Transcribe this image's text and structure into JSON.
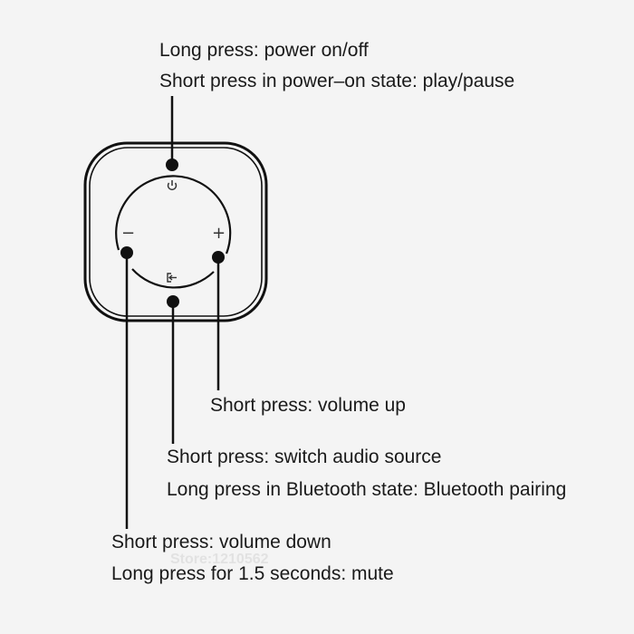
{
  "power": {
    "line1": "Long press: power on/off",
    "line2": "Short press in power–on state: play/pause"
  },
  "volume_up": {
    "line1": "Short press: volume up"
  },
  "source": {
    "line1": "Short press: switch audio source",
    "line2": "Long press in Bluetooth state: Bluetooth pairing"
  },
  "volume_down": {
    "line1": "Short press: volume down",
    "line2": "Long press for 1.5 seconds: mute"
  },
  "watermark": "Store:1210562",
  "device": {
    "minus_symbol": "−",
    "plus_symbol": "+"
  }
}
